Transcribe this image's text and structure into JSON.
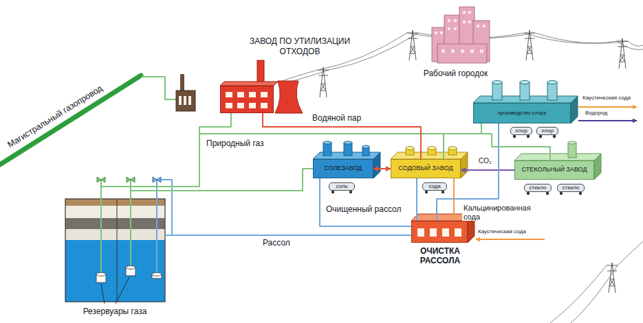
{
  "diagram": {
    "nodes": [
      {
        "text": [
          "ЗАВОД ПО УТИЛИЗАЦИИ ОТХОДОВ"
        ]
      },
      {
        "text": [
          "Рабочий городок"
        ]
      },
      {
        "text": [
          "производство хлора"
        ]
      },
      {
        "text": [
          "хлор"
        ]
      },
      {
        "text": [
          "хлор"
        ]
      },
      {
        "text": [
          "СОЛЕЗАВОД"
        ]
      },
      {
        "text": [
          "СОДОВЫЙ ЗАВОД"
        ]
      },
      {
        "text": [
          "СТЕКОЛЬНЫЙ ЗАВОД"
        ]
      },
      {
        "text": [
          "соль"
        ]
      },
      {
        "text": [
          "сода"
        ]
      },
      {
        "text": [
          "стекло"
        ]
      },
      {
        "text": [
          "стекло"
        ]
      },
      {
        "text": [
          "ОЧИСТКА РАССОЛА"
        ]
      },
      {
        "text": [
          "Резервуары газа"
        ]
      }
    ],
    "edges": [
      {
        "from": 13,
        "to": 0,
        "arrow": "none",
        "label": "Природный газ"
      },
      {
        "from": 13,
        "to": 5,
        "arrow": "none"
      },
      {
        "from": 13,
        "to": 6,
        "arrow": "none"
      },
      {
        "from": 13,
        "to": 7,
        "arrow": "none"
      },
      {
        "from": 13,
        "to": 2,
        "arrow": "none"
      },
      {
        "from": 0,
        "to": 6,
        "arrow": "none",
        "label": "Водяной пар"
      },
      {
        "from": 5,
        "to": 6,
        "arrow": "both"
      },
      {
        "from": 7,
        "to": 6,
        "arrow": "to",
        "label": "CO₂"
      },
      {
        "from": 13,
        "to": 12,
        "arrow": "none",
        "label": "Рассол"
      },
      {
        "from": 12,
        "to": 5,
        "arrow": "none",
        "label": "Очищенный рассол"
      },
      {
        "from": 12,
        "to": 6,
        "arrow": "none"
      },
      {
        "from": 12,
        "to": 2,
        "arrow": "none"
      },
      {
        "from": 6,
        "to": 12,
        "arrow": "none",
        "label": "Кальцинированная сода"
      }
    ],
    "labels": [
      "Магистральный газопровод",
      "Каустическая сода",
      "Водород",
      "Каустическая сода"
    ]
  }
}
